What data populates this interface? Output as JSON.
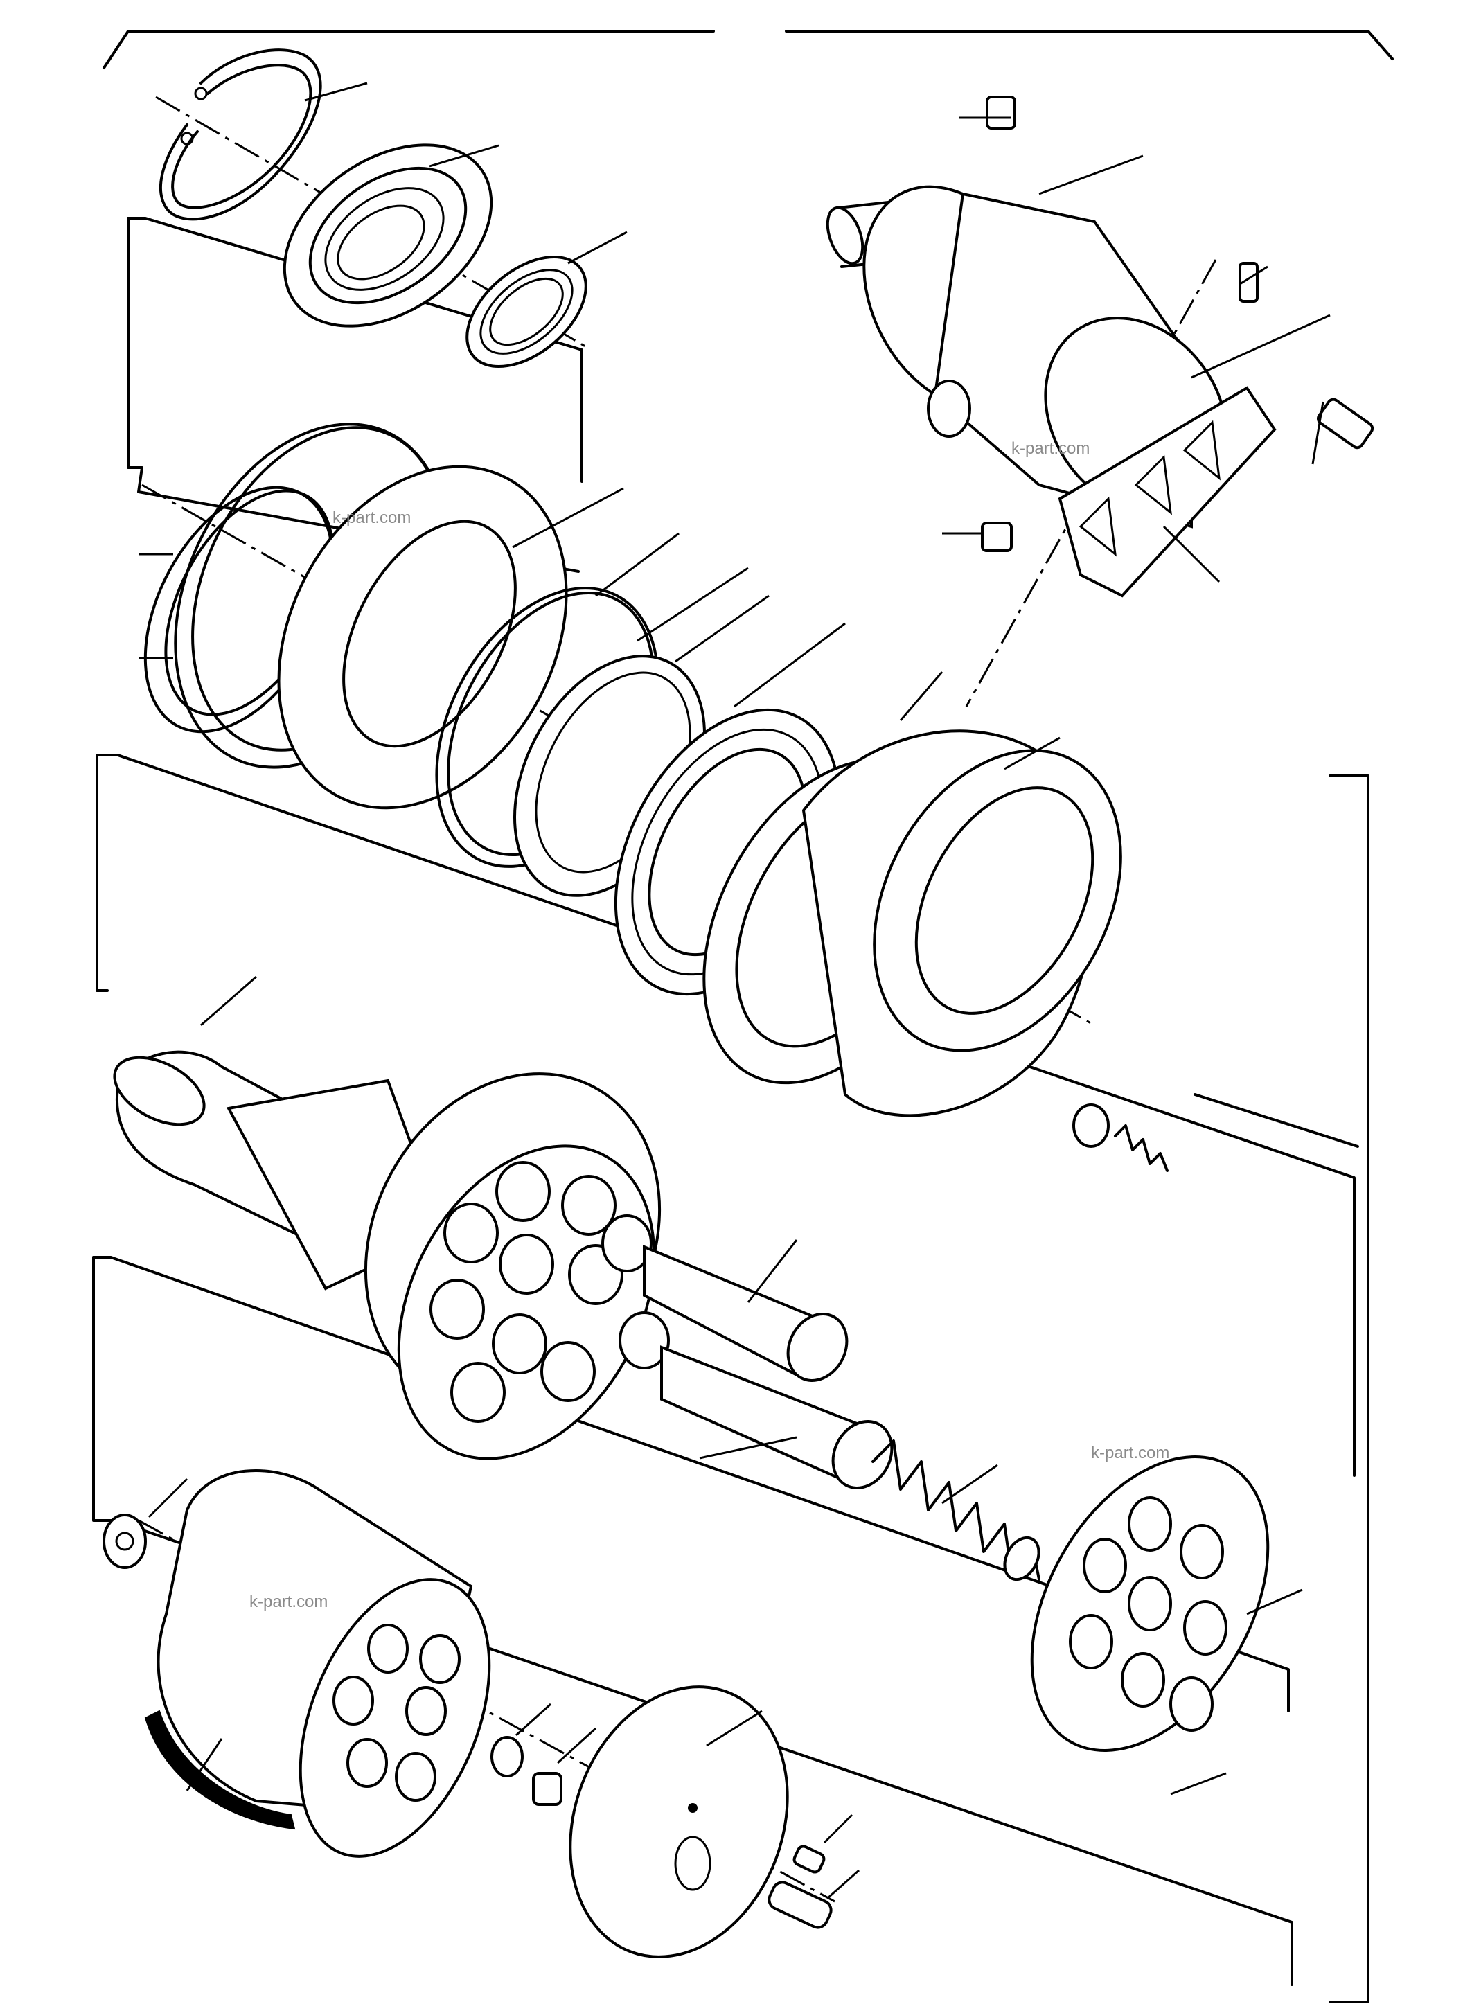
{
  "watermark": "k-part.com",
  "watermarks": [
    {
      "id": "wm-1",
      "text": "k-part.com"
    },
    {
      "id": "wm-2",
      "text": "k-part.com"
    },
    {
      "id": "wm-3",
      "text": "k-part.com"
    },
    {
      "id": "wm-4",
      "text": "k-part.com"
    }
  ],
  "diagram": {
    "type": "exploded-view parts drawing",
    "subject": "hydraulic axial piston motor",
    "callouts_have_numbers": false
  }
}
